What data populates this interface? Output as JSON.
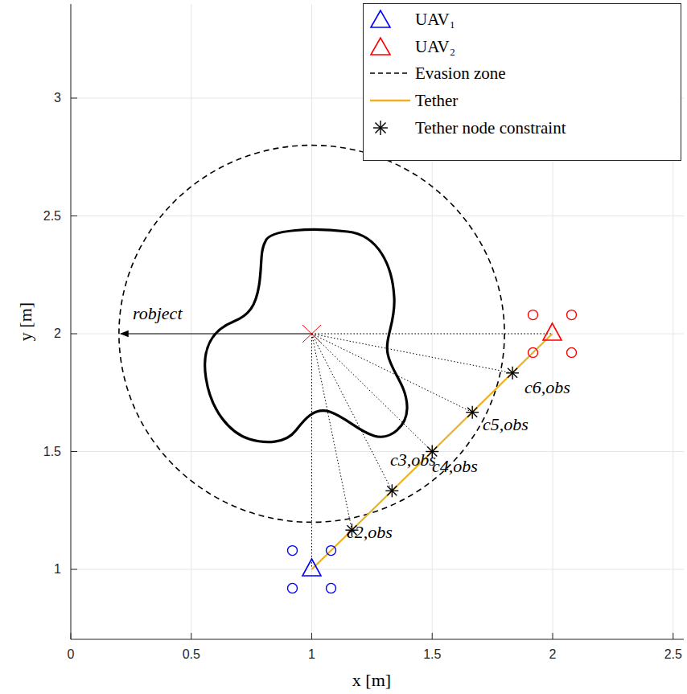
{
  "diagram": {
    "labels": [
      "0",
      "0.5",
      "1",
      "1.5",
      "2",
      "2.5",
      "1",
      "1.5",
      "2",
      "2.5",
      "3",
      "x [m]",
      "y [m]",
      "robject",
      "c2,obs",
      "c3,obs",
      "c4,obs",
      "c5,obs",
      "c6,obs"
    ],
    "legend": [
      {
        "text": "UAV₁"
      },
      {
        "text": "UAV₂"
      },
      {
        "text": "Evasion zone"
      },
      {
        "text": "Tether"
      },
      {
        "text": "Tether node constraint"
      }
    ]
  }
}
